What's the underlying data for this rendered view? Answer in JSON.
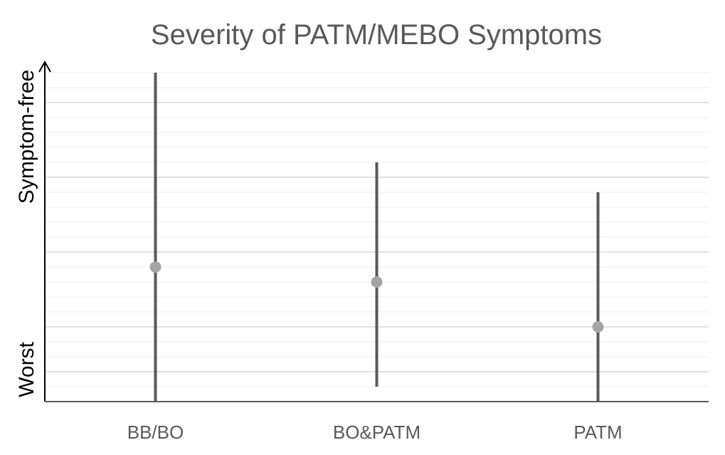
{
  "chart_data": {
    "type": "scatter",
    "title": "Severity of PATM/MEBO Symptoms",
    "ylabel_top": "Symptom-free",
    "ylabel_bottom": "Worst",
    "ylim": [
      0,
      22
    ],
    "major_gridlines": [
      2,
      5,
      10,
      15,
      20
    ],
    "categories": [
      "BB/BO",
      "BO&PATM",
      "PATM"
    ],
    "series": [
      {
        "points": [
          {
            "category": "BB/BO",
            "low": 0,
            "high": 22,
            "value": 9
          },
          {
            "category": "BO&PATM",
            "low": 1,
            "high": 16,
            "value": 8
          },
          {
            "category": "PATM",
            "low": 0,
            "high": 14,
            "value": 5
          }
        ]
      }
    ],
    "grid": true,
    "colors": {
      "range_line": "#595959",
      "point": "#a5a5a5",
      "axis": "#000000",
      "grid_major": "#d9d9d9",
      "grid_minor": "#ececec",
      "text": "#595959"
    }
  }
}
